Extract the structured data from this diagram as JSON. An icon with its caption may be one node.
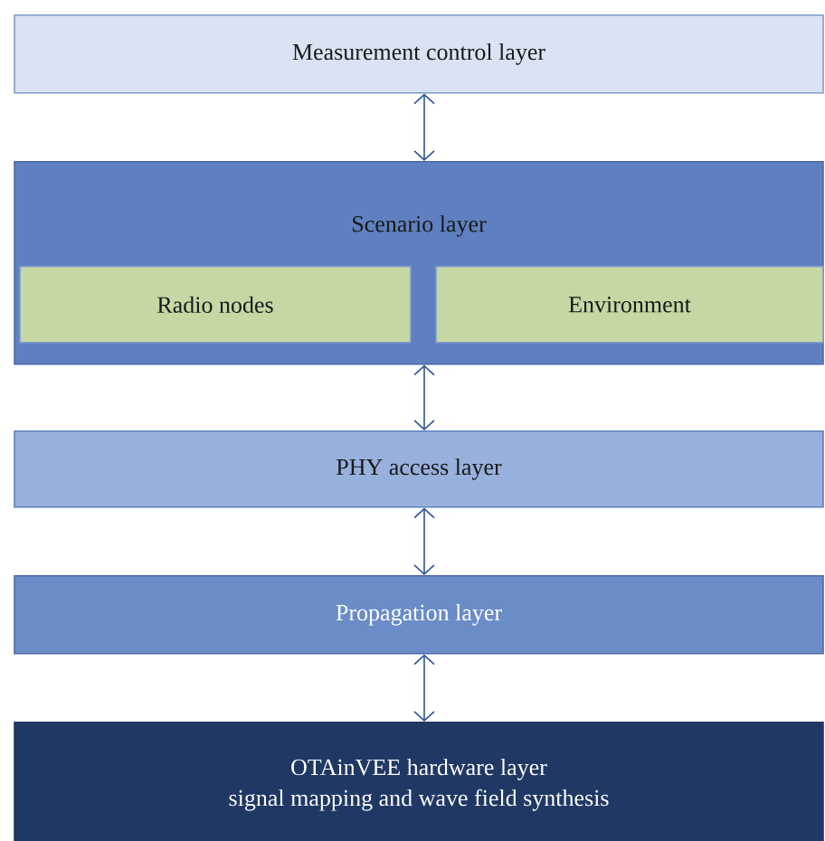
{
  "diagram": {
    "nodes": [
      {
        "text": [
          "Measurement control layer"
        ]
      },
      {
        "text": [
          "Scenario layer"
        ]
      },
      {
        "text": [
          "Radio nodes"
        ],
        "in": 1
      },
      {
        "text": [
          "Environment"
        ],
        "in": 1
      },
      {
        "text": [
          "PHY access layer"
        ]
      },
      {
        "text": [
          "Propagation layer"
        ]
      },
      {
        "text": [
          "OTAinVEE hardware layer",
          "signal mapping and wave field synthesis"
        ]
      }
    ],
    "edges": [
      {
        "from": 0,
        "to": 1,
        "arrow": "both"
      },
      {
        "from": 1,
        "to": 4,
        "arrow": "both"
      },
      {
        "from": 4,
        "to": 5,
        "arrow": "both"
      },
      {
        "from": 5,
        "to": 6,
        "arrow": "both"
      }
    ]
  }
}
